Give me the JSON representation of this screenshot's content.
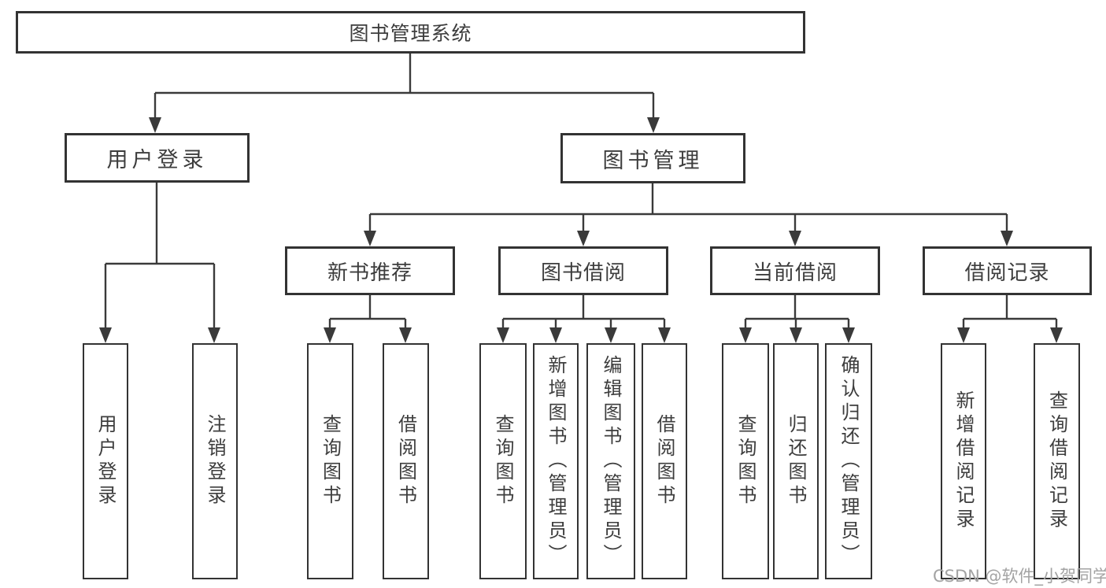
{
  "diagram": {
    "root_label": "图书管理系统",
    "level2": [
      {
        "label": "用户登录"
      },
      {
        "label": "图书管理"
      }
    ],
    "level3": [
      {
        "label": "新书推荐"
      },
      {
        "label": "图书借阅"
      },
      {
        "label": "当前借阅"
      },
      {
        "label": "借阅记录"
      }
    ],
    "leaves": [
      {
        "label": "用户登录"
      },
      {
        "label": "注销登录"
      },
      {
        "label": "查询图书"
      },
      {
        "label": "借阅图书"
      },
      {
        "label": "查询图书"
      },
      {
        "label": "新增图书（管理员）"
      },
      {
        "label": "编辑图书（管理员）"
      },
      {
        "label": "借阅图书"
      },
      {
        "label": "查询图书"
      },
      {
        "label": "归还图书"
      },
      {
        "label": "确认归还（管理员）"
      },
      {
        "label": "新增借阅记录"
      },
      {
        "label": "查询借阅记录"
      }
    ],
    "watermark": "CSDN @软件_小贺同学",
    "colors": {
      "line": "#3a3a3a",
      "border": "#333333",
      "text": "#3d3d3d",
      "watermark": "#a3a3a3",
      "background": "#ffffff"
    }
  }
}
